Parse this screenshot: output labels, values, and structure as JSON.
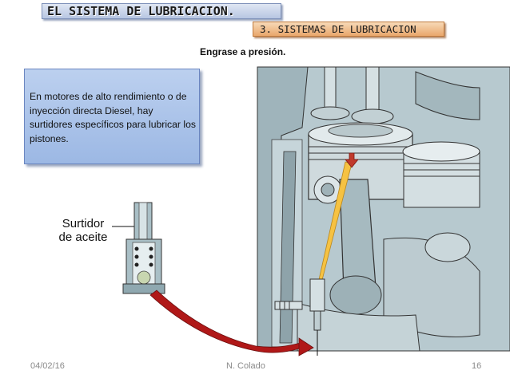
{
  "slide": {
    "title": "EL SISTEMA DE LUBRICACION.",
    "section": "3. SISTEMAS DE LUBRICACION",
    "subtitle": "Engrase a presión.",
    "note": "En motores de alto rendimiento o de inyección directa Diesel, hay surtidores específicos para lubricar los pistones.",
    "surtidor_label_line1": "Surtidor",
    "surtidor_label_line2": "de aceite"
  },
  "footer": {
    "date": "04/02/16",
    "author": "N. Colado",
    "page": "16"
  },
  "colors": {
    "title_bg": "#c5d1ea",
    "section_bg": "#eeb98a",
    "note_bg": "#a9c2ea",
    "engine_blue": "#a9bfc6",
    "oil_jet": "#f6c242",
    "arrow": "#b01818"
  },
  "icons": [
    "oil-nozzle-illustration",
    "engine-cutaway-illustration",
    "curved-arrow"
  ]
}
